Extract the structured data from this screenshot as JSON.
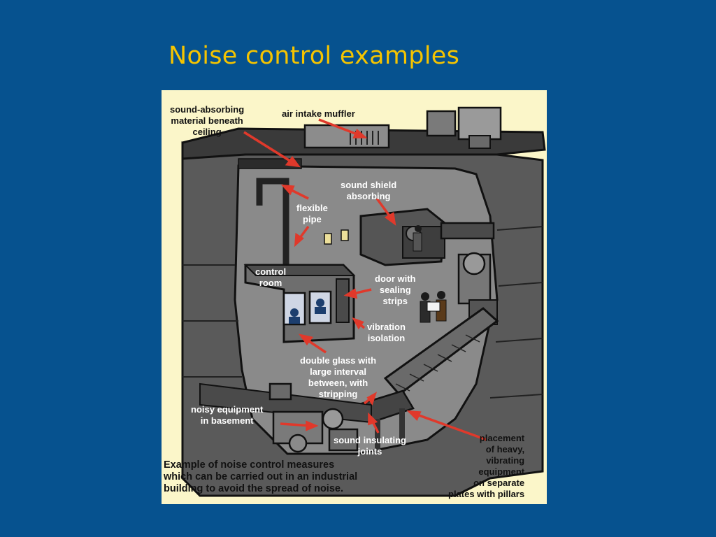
{
  "slide": {
    "title": "Noise control examples",
    "background_color": "#06528f",
    "title_color": "#f5c400"
  },
  "diagram": {
    "arrow_color": "#e0392b",
    "labels": {
      "sound_absorbing_ceiling": "sound-absorbing\nmaterial beneath\nceiling",
      "air_intake_muffler": "air intake muffler",
      "sound_shield": "sound shield\nabsorbing",
      "flexible_pipe": "flexible\npipe",
      "control_room": "control\nroom",
      "door_sealing": "door with\nsealing\nstrips",
      "vibration_isolation": "vibration\nisolation",
      "double_glass": "double glass with\nlarge interval\nbetween, with\nstripping",
      "noisy_equipment": "noisy equipment\nin basement",
      "insulating_joints": "sound insulating\njoints",
      "placement_heavy": "placement\nof heavy,\nvibrating\nequipment\non separate\nplates with pillars"
    },
    "caption": "Example of noise control measures\nwhich can be carried out in an industrial\nbuilding to avoid the spread of noise."
  }
}
